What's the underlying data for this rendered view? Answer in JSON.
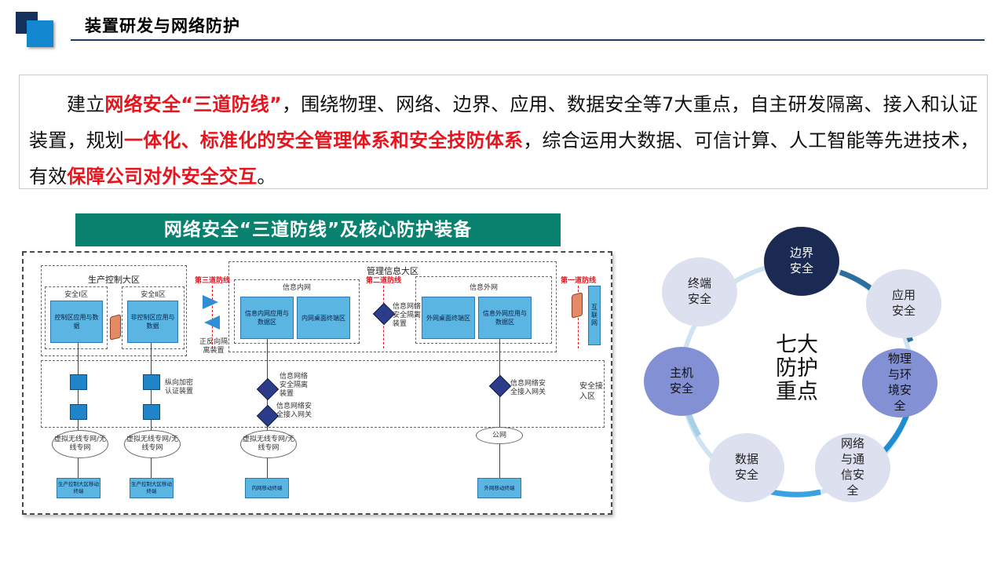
{
  "header": {
    "title": "装置研发与网络防护"
  },
  "intro": {
    "t1": "建立",
    "r1": "网络安全“三道防线”",
    "t2": "，围绕物理、网络、边界、应用、数据安全等7大重点，自主研发隔离、接入和认证装置，规划",
    "r2": "一体化、标准化的安全管理体系和安全技防体系",
    "t3": "，综合运用大数据、可信计算、人工智能等先进技术，有效",
    "r3": "保障公司对外安全交互",
    "t4": "。"
  },
  "diagram": {
    "title": "网络安全“三道防线”及核心防护装备",
    "prod_zone": "生产控制大区",
    "zone1": "安全Ⅰ区",
    "zone2": "安全Ⅱ区",
    "box_control": "控制区应用与数据",
    "box_noncontrol": "非控制区应用与数据",
    "line3": "第三道防线",
    "line2": "第二道防线",
    "line1": "第一道防线",
    "reverse_isolation": "正反向隔离装置",
    "mgmt_zone": "管理信息大区",
    "inner_net": "信息内网",
    "outer_net": "信息外网",
    "box_inner_app": "信息内网应用与数据区",
    "box_inner_desktop": "内网桌面终端区",
    "box_outer_desktop": "外网桌面终端区",
    "box_outer_app": "信息外网应用与数据区",
    "isolation_upper": "信息网络安全隔离装置",
    "internet": "互联网",
    "vertical_encrypt": "纵向加密认证装置",
    "isolation_lower": "信息网络安全隔离装置",
    "access_gw_inner": "信息网络安全接入网关",
    "access_gw_outer": "信息网络安全接入网关",
    "access_zone": "安全接入区",
    "vnet1": "虚拟无线专网/无线专网",
    "vnet2": "虚拟无线专网/无线专网",
    "vnet3": "虚拟无线专网/无线专网",
    "public_net": "公网",
    "term1": "生产控制大区移动终端",
    "term2": "生产控制大区移动终端",
    "term3": "内网移动终端",
    "term4": "外网移动终端"
  },
  "focus": {
    "center": "七大防护重点",
    "nodes": [
      "边界安全",
      "应用安全",
      "物理与环境安全",
      "网络与通信安全",
      "数据安全",
      "主机安全",
      "终端安全"
    ]
  },
  "colors": {
    "title_rule": "#1d3c66",
    "highlight": "#e8141d",
    "diagram_title_bg": "#08826f",
    "node_dark": "#1b2a52",
    "node_mid": "#8391d4",
    "node_light": "#dde0ef"
  }
}
